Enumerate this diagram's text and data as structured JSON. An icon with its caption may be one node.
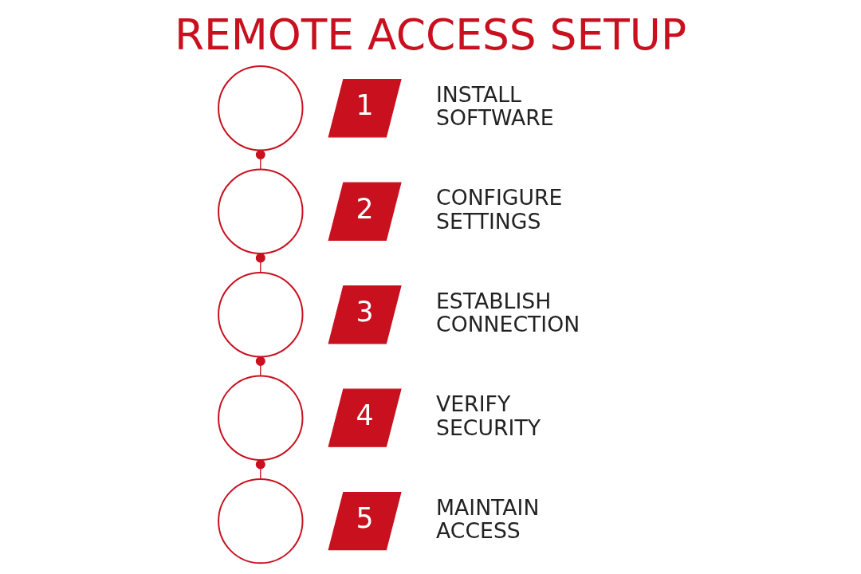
{
  "diagram": {
    "title": "REMOTE ACCESS SETUP",
    "nodes": [
      {
        "text": [],
        "shape": "circle"
      },
      {
        "text": [
          "1"
        ],
        "beside": [
          "INSTALL SOFTWARE"
        ]
      },
      {
        "text": [],
        "shape": "circle"
      },
      {
        "text": [
          "2"
        ],
        "beside": [
          "CONFIGURE SETTINGS"
        ]
      },
      {
        "text": [],
        "shape": "circle"
      },
      {
        "text": [
          "3"
        ],
        "beside": [
          "ESTABLISH CONNECTION"
        ]
      },
      {
        "text": [],
        "shape": "circle"
      },
      {
        "text": [
          "4"
        ],
        "beside": [
          "VERIFY SECURITY"
        ]
      },
      {
        "text": [],
        "shape": "circle"
      },
      {
        "text": [
          "5"
        ],
        "beside": [
          "MAINTAIN ACCESS"
        ]
      }
    ],
    "edges": [
      {
        "from": 0,
        "to": 2,
        "arrow": "other"
      },
      {
        "from": 2,
        "to": 4,
        "arrow": "other"
      },
      {
        "from": 4,
        "to": 6,
        "arrow": "other"
      },
      {
        "from": 6,
        "to": 8,
        "arrow": "other"
      }
    ]
  }
}
